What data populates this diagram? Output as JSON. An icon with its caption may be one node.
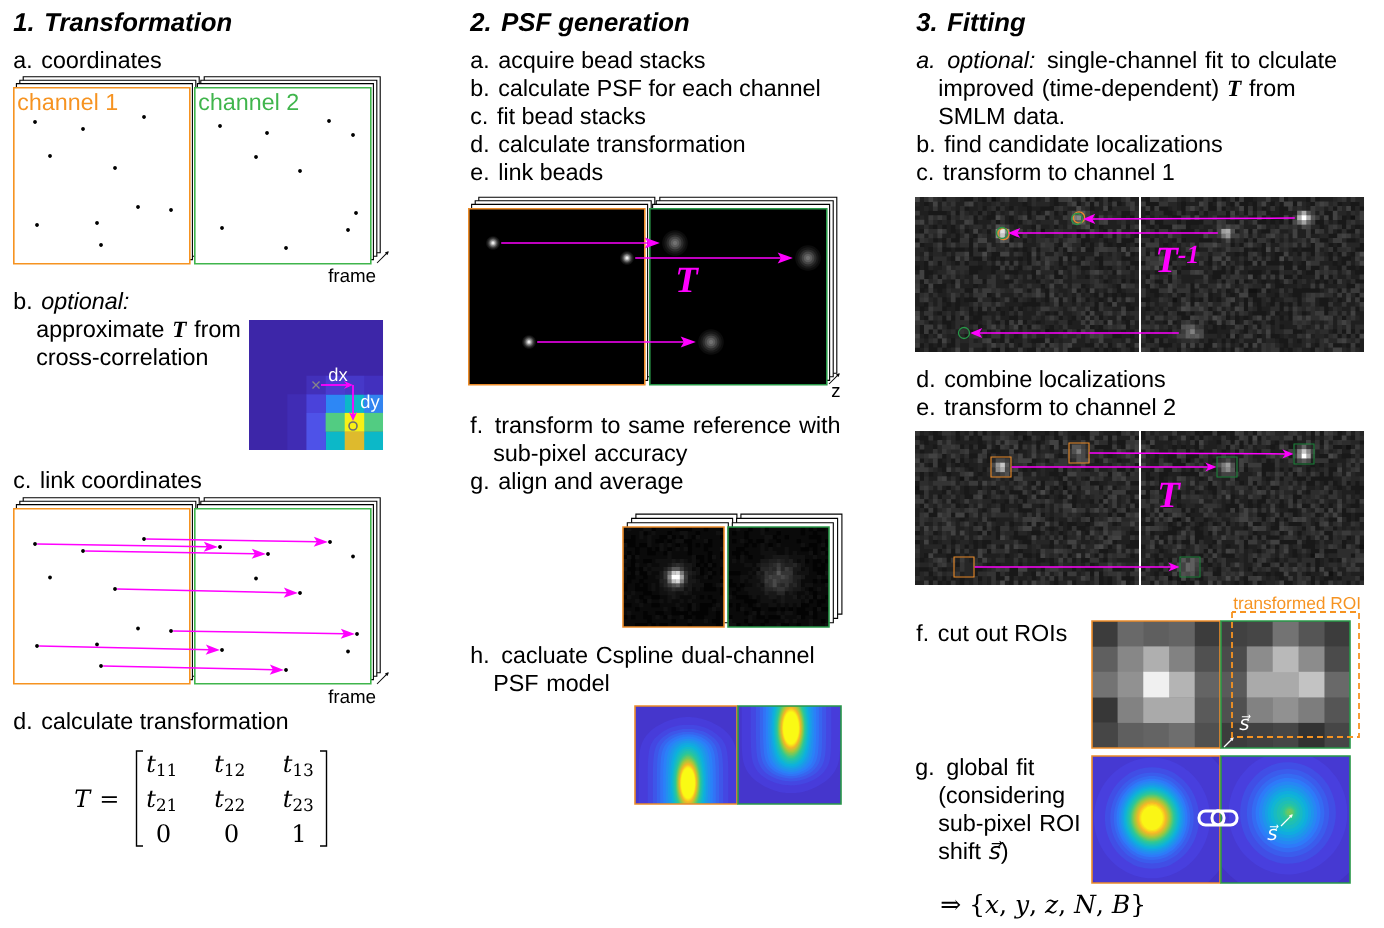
{
  "diagram": {
    "nodes": [
      {
        "text": [
          "channel 1"
        ]
      },
      {
        "text": [
          "channel 2"
        ]
      },
      {
        "text": [],
        "shape": "box"
      },
      {
        "text": [],
        "shape": "box"
      },
      {
        "text": [],
        "shape": "dot",
        "in": 2
      },
      {
        "text": [],
        "shape": "dot",
        "in": 2
      },
      {
        "text": [],
        "shape": "dot",
        "in": 2
      },
      {
        "text": [],
        "shape": "dot",
        "in": 2
      },
      {
        "text": [],
        "shape": "dot",
        "in": 2
      },
      {
        "text": [],
        "shape": "dot",
        "in": 2
      },
      {
        "text": [],
        "shape": "dot",
        "in": 2
      },
      {
        "text": [],
        "shape": "dot",
        "in": 3
      },
      {
        "text": [],
        "shape": "dot",
        "in": 3
      },
      {
        "text": [],
        "shape": "dot",
        "in": 3
      },
      {
        "text": [],
        "shape": "dot",
        "in": 3
      },
      {
        "text": [],
        "shape": "dot",
        "in": 3
      },
      {
        "text": [],
        "shape": "dot",
        "in": 3
      },
      {
        "text": [],
        "shape": "dot",
        "in": 3
      },
      {
        "text": [],
        "shape": "picture"
      },
      {
        "text": [],
        "shape": "picture"
      },
      {
        "text": [],
        "shape": "spot",
        "in": 18
      },
      {
        "text": [],
        "shape": "spot",
        "in": 18
      },
      {
        "text": [],
        "shape": "spot",
        "in": 18
      },
      {
        "text": [],
        "shape": "spot",
        "in": 19
      },
      {
        "text": [],
        "shape": "spot",
        "in": 19
      },
      {
        "text": [],
        "shape": "spot",
        "in": 19
      },
      {
        "text": [],
        "shape": "picture"
      },
      {
        "text": [],
        "shape": "picture"
      },
      {
        "text": [],
        "shape": "circle",
        "in": 26
      },
      {
        "text": [],
        "shape": "circle",
        "in": 26
      },
      {
        "text": [],
        "shape": "circle",
        "in": 26
      },
      {
        "text": [],
        "shape": "spot",
        "in": 27
      },
      {
        "text": [],
        "shape": "spot",
        "in": 27
      },
      {
        "text": [],
        "shape": "spot",
        "in": 27
      },
      {
        "text": [],
        "shape": "picture"
      },
      {
        "text": [],
        "shape": "picture"
      },
      {
        "text": [],
        "shape": "box",
        "in": 34
      },
      {
        "text": [],
        "shape": "box",
        "in": 34
      },
      {
        "text": [],
        "shape": "box",
        "in": 34
      },
      {
        "text": [],
        "shape": "box",
        "in": 35
      },
      {
        "text": [],
        "shape": "box",
        "in": 35
      },
      {
        "text": [],
        "shape": "box",
        "in": 35
      },
      {
        "text": [
          "transformed ROI"
        ]
      }
    ],
    "edges": [
      {
        "from": 4,
        "to": 11,
        "arrow": "to"
      },
      {
        "from": 5,
        "to": 12,
        "arrow": "to"
      },
      {
        "from": 6,
        "to": 13,
        "arrow": "to"
      },
      {
        "from": 7,
        "to": 14,
        "arrow": "to"
      },
      {
        "from": 8,
        "to": 15,
        "arrow": "to"
      },
      {
        "from": 9,
        "to": 16,
        "arrow": "to"
      },
      {
        "from": 10,
        "to": 17,
        "arrow": "to"
      },
      {
        "from": 20,
        "to": 23,
        "arrow": "to"
      },
      {
        "from": 21,
        "to": 24,
        "arrow": "to"
      },
      {
        "from": 22,
        "to": 25,
        "arrow": "to"
      },
      {
        "from": 31,
        "to": 28,
        "arrow": "to"
      },
      {
        "from": 32,
        "to": 29,
        "arrow": "to"
      },
      {
        "from": 33,
        "to": 30,
        "arrow": "to"
      },
      {
        "from": 36,
        "to": 39,
        "arrow": "to"
      },
      {
        "from": 37,
        "to": 40,
        "arrow": "to"
      },
      {
        "from": 38,
        "to": 41,
        "arrow": "to"
      }
    ],
    "labels": [
      "1. Transformation",
      "a. coordinates",
      "frame",
      "b. *optional:*",
      "approximate **T** from cross-correlation",
      "dx",
      "dy",
      "c. link coordinates",
      "frame",
      "d. calculate transformation",
      "*T* =",
      "*t*$_{11}$",
      "*t*$_{12}$",
      "*t*$_{13}$",
      "*t*$_{21}$",
      "*t*$_{22}$",
      "*t*$_{23}$",
      "0",
      "0",
      "1",
      "2. PSF generation",
      "a. acquire bead stacks",
      "b. calculate PSF for each channel",
      "c. fit bead stacks",
      "d. calculate transformation",
      "e. link beads",
      "T",
      "z",
      "f. transform to same reference with sub-pixel accuracy",
      "g. align and average",
      "h. cacluate Cspline dual-channel PSF model",
      "3. Fitting",
      "*a. optional:* single-channel fit to clculate improved (time-dependent) **T** from SMLM data.",
      "b. find candidate localizations",
      "c. transform to channel 1",
      "T$^{-1}$",
      "d. combine localizations",
      "e. transform to channel 2",
      "T",
      "f. cut out ROIs",
      "s⃗",
      "g. global fit (considering sub-pixel ROI shift *s⃗*)",
      "s⃗",
      "⇒ {*x*, *y*, *z*, *N*, *B*}"
    ]
  }
}
